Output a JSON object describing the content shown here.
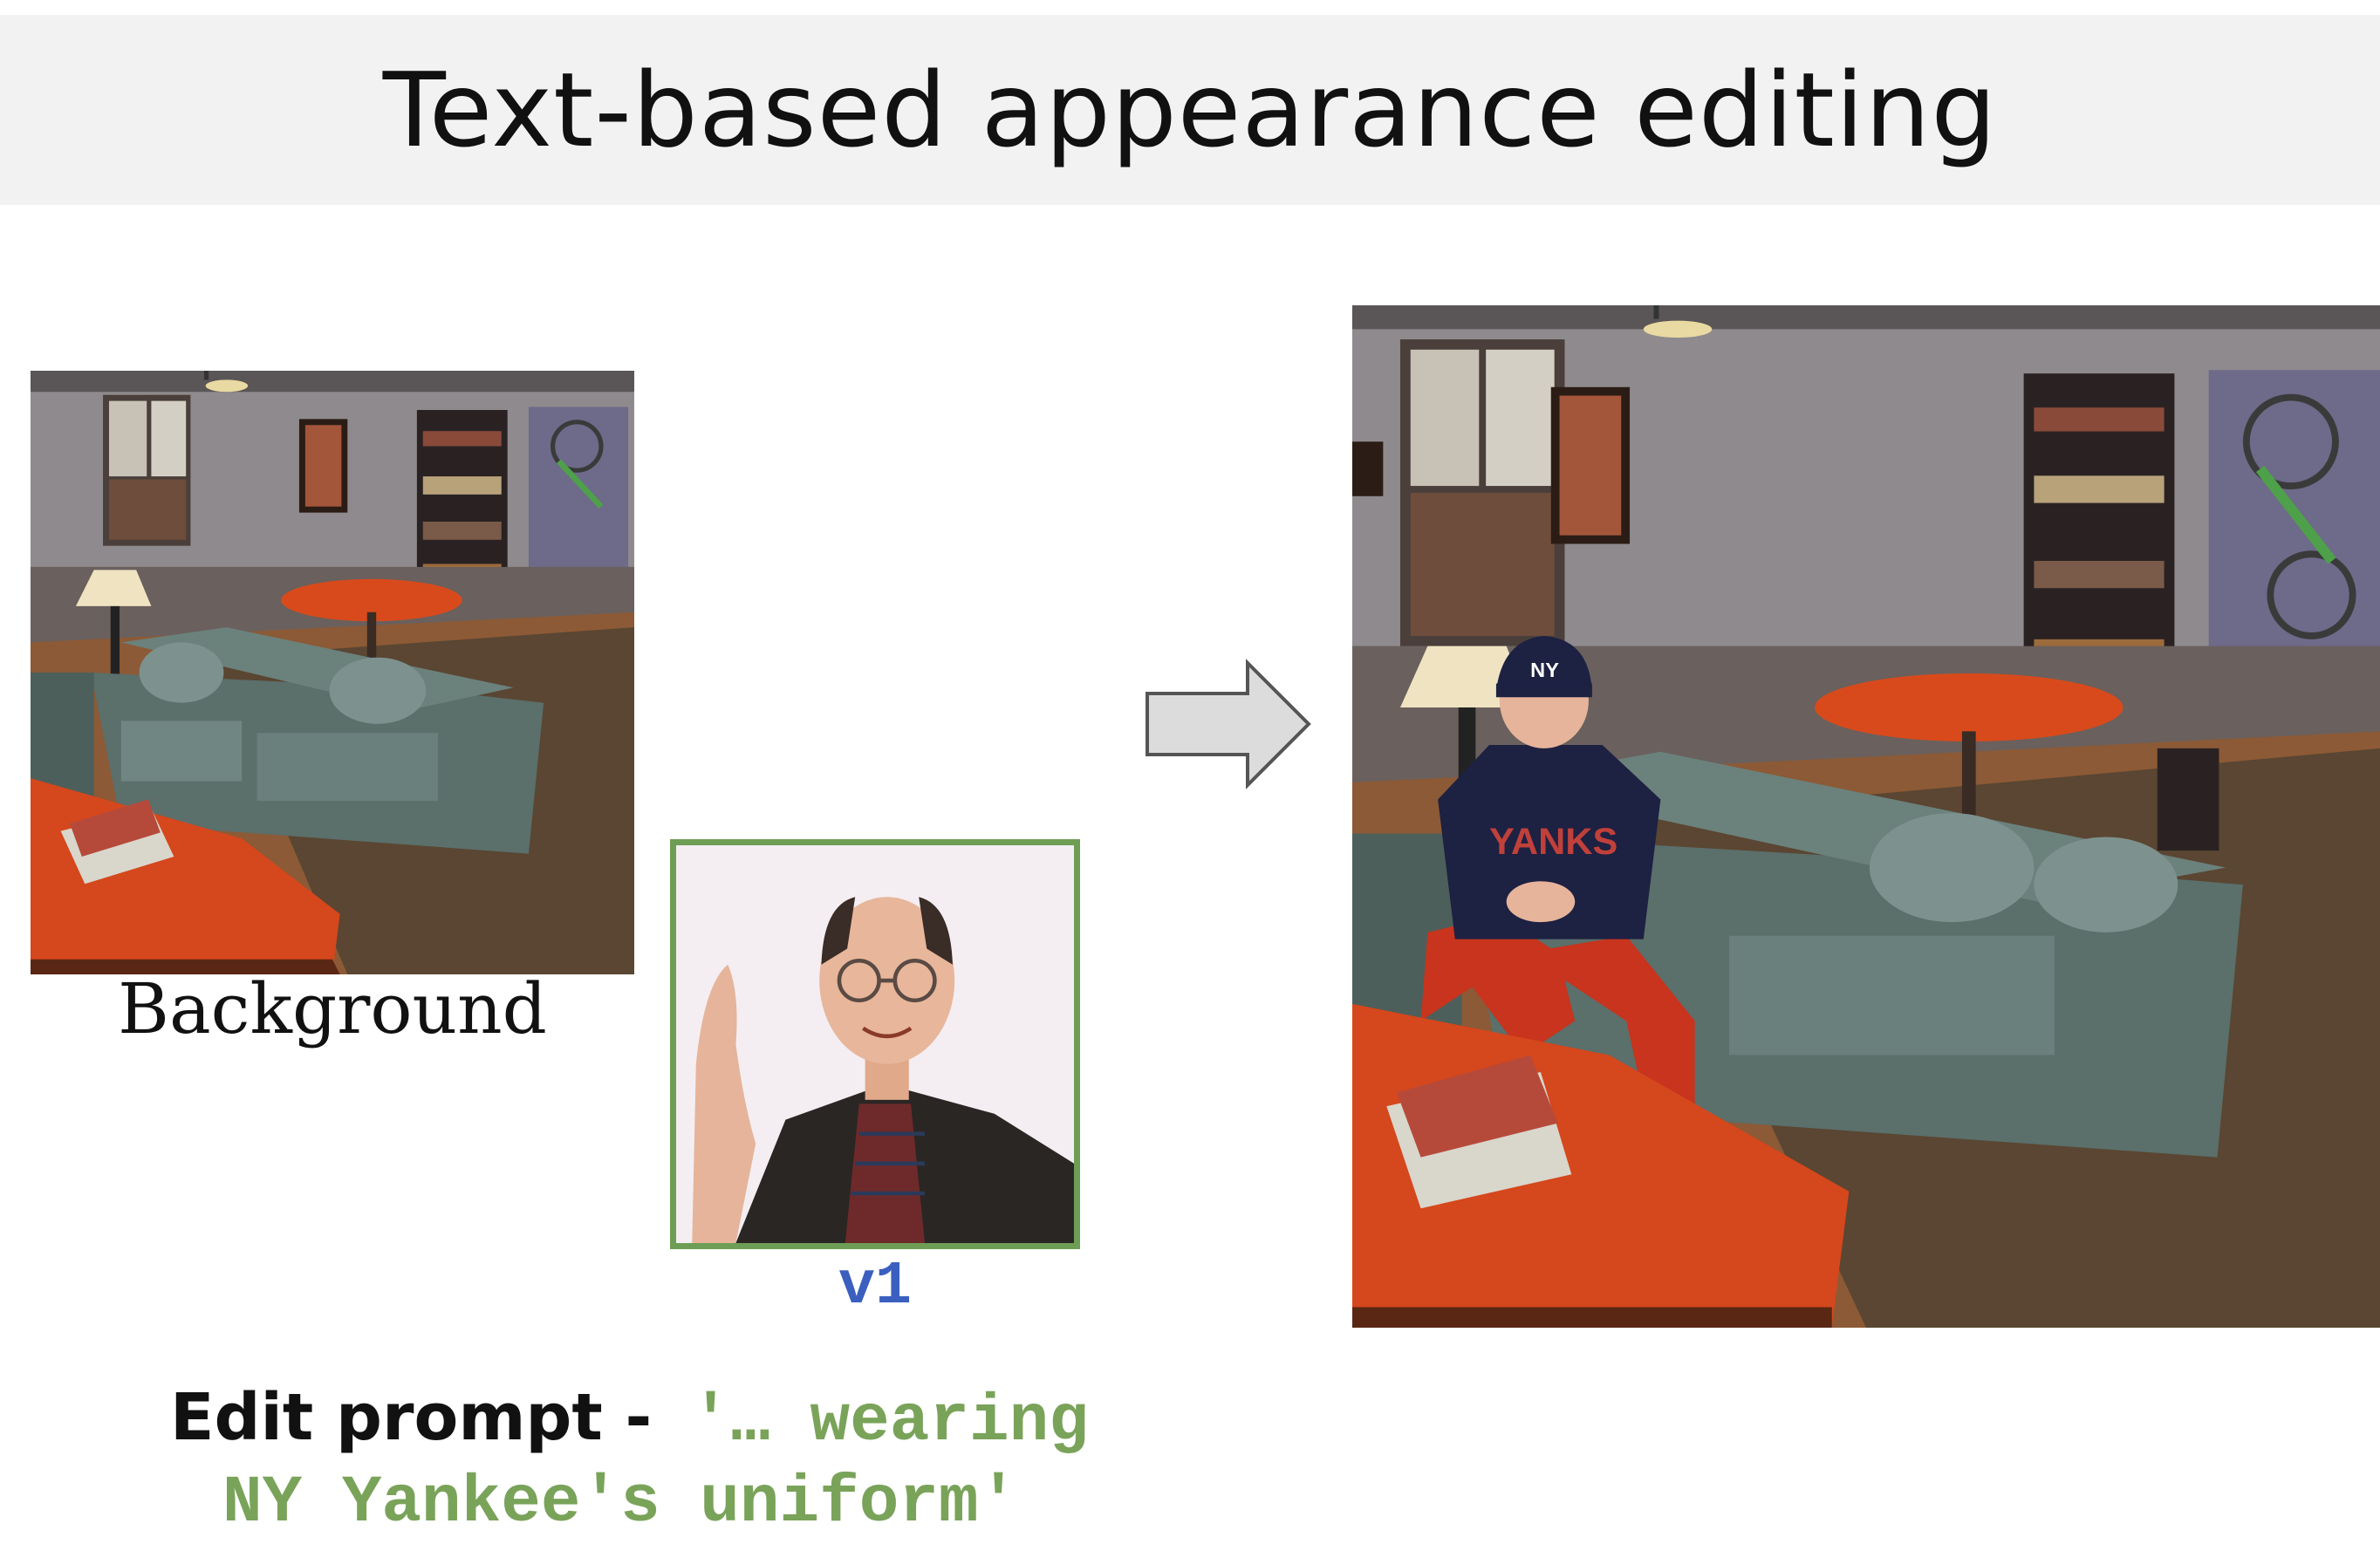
{
  "title": "Text-based appearance editing",
  "background_label": "Background",
  "identity_label": "v1",
  "edit_prompt": {
    "prefix": "Edit prompt -",
    "line1": "'… wearing",
    "line2": "NY Yankee's uniform'"
  },
  "colors": {
    "banner": "#f2f2f2",
    "identity_border": "#6e9e55",
    "identity_label": "#3a5fbf",
    "prompt_text": "#7aa35a"
  },
  "icons": {
    "arrow": "right-arrow-icon"
  }
}
